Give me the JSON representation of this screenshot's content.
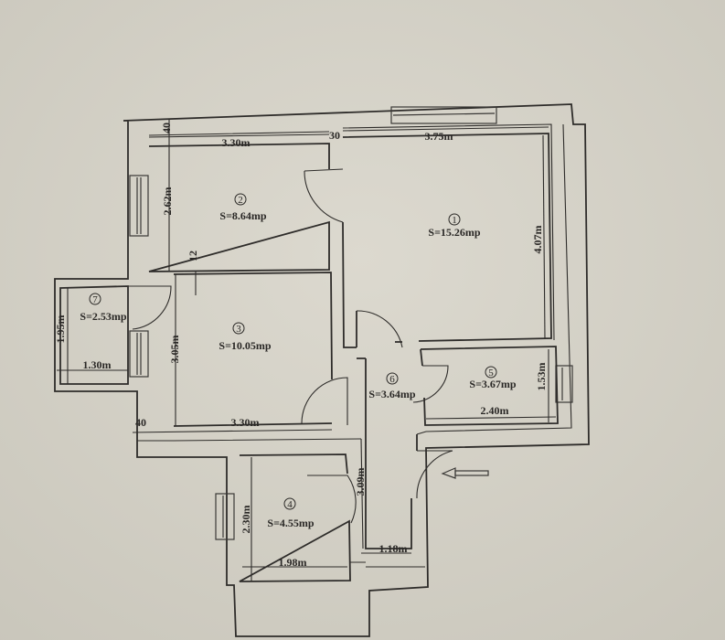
{
  "colors": {
    "paper": "#d8d5cb",
    "ink": "#2e2c2a"
  },
  "rooms": [
    {
      "number": "1",
      "area": "S=15.26mp",
      "width": "3.75m",
      "height": "4.07m"
    },
    {
      "number": "2",
      "area": "S=8.64mp",
      "width": "3.30m",
      "height": "2.62m"
    },
    {
      "number": "3",
      "area": "S=10.05mp",
      "width": "3.30m",
      "height": "3.05m"
    },
    {
      "number": "4",
      "area": "S=4.55mp",
      "width": "1.98m",
      "height": "2.30m"
    },
    {
      "number": "5",
      "area": "S=3.67mp",
      "width": "2.40m",
      "height": "1.53m"
    },
    {
      "number": "6",
      "area": "S=3.64mp",
      "width": "1.18m",
      "height": "3.09m"
    },
    {
      "number": "7",
      "area": "S=2.53mp",
      "width": "1.30m",
      "height": "1.95m"
    }
  ],
  "wall_thickness": {
    "top": "40",
    "partition": "30",
    "inner": "12",
    "left": "40"
  },
  "entrance_arrow": "arrow-left-icon"
}
